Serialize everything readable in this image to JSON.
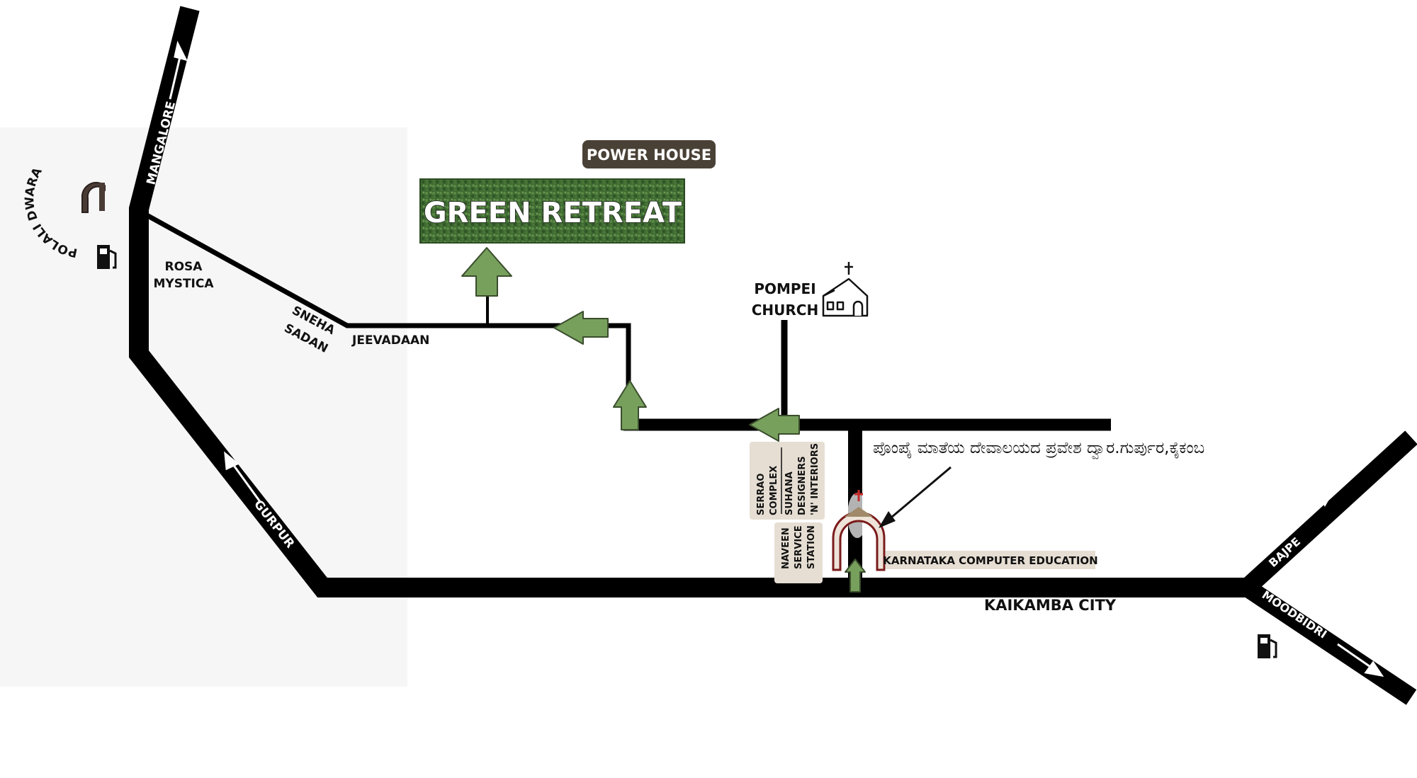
{
  "map": {
    "destination": "GREEN RETREAT",
    "destination_color": "#3f6b32",
    "road_color": "#000000",
    "arrow_color": "#77a05d",
    "badge_color": "#4a4136",
    "board_color": "#e6ded3"
  },
  "labels": {
    "power_house": "POWER HOUSE",
    "green_retreat": "GREEN RETREAT",
    "mangalore": "MANGALORE",
    "polali_dwara": "POLALI DWARA",
    "rosa_mystica_1": "ROSA",
    "rosa_mystica_2": "MYSTICA",
    "sneha_sadan_1": "SNEHA",
    "sneha_sadan_2": "SADAN",
    "jeevadaan": "JEEVADAAN",
    "pompei_church_1": "POMPEI",
    "pompei_church_2": "CHURCH",
    "serrao_complex_1": "SERRAO",
    "serrao_complex_2": "COMPLEX",
    "suhana_designers_1": "SUHANA",
    "suhana_designers_2": "DESIGNERS",
    "suhana_designers_3": "'N' INTERIORS",
    "naveen_service_1": "NAVEEN",
    "naveen_service_2": "SERVICE",
    "naveen_service_3": "STATION",
    "kannada_note": "ಪೊಂಪೈ ಮಾತೆಯ ದೇವಾಲಯದ ಪ್ರವೇಶ ದ್ವಾರ.ಗುರ್ಪುರ,ಕೈಕಂಬ",
    "karnataka_computer_education": "KARNATAKA COMPUTER EDUCATION",
    "kaikamba_city": "KAIKAMBA CITY",
    "gurpur": "GURPUR",
    "bajpe": "BAJPE",
    "moodbidri": "MOODBIDRI"
  },
  "icons": [
    "fuel-pump-icon",
    "arch-gate-icon",
    "church-icon",
    "direction-arrow-icon"
  ]
}
